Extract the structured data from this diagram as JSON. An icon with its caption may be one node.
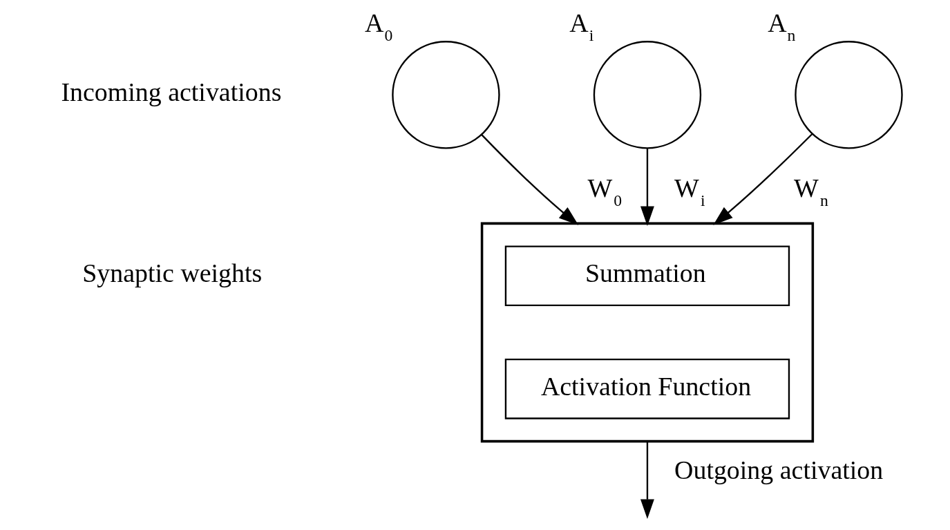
{
  "diagram": {
    "nodes": [
      {
        "text": [
          "A$_{0}$"
        ]
      },
      {
        "text": [
          "A$_{i}$"
        ]
      },
      {
        "text": [
          "A$_{n}$"
        ]
      },
      {
        "text": [],
        "shape": "box"
      },
      {
        "text": [
          "Summation"
        ],
        "in": 3
      },
      {
        "text": [
          "Activation Function"
        ],
        "in": 3
      }
    ],
    "edges": [
      {
        "from": 0,
        "to": 3,
        "arrow": "to",
        "label": "W$_{0}$"
      },
      {
        "from": 1,
        "to": 3,
        "arrow": "to",
        "label": "W$_{i}$"
      },
      {
        "from": 2,
        "to": 3,
        "arrow": "to",
        "label": "W$_{n}$"
      },
      {
        "from": 3,
        "to": null,
        "arrow": "to",
        "label": "Outgoing activation"
      }
    ],
    "labels": [
      "Incoming activations",
      "Synaptic weights"
    ]
  }
}
